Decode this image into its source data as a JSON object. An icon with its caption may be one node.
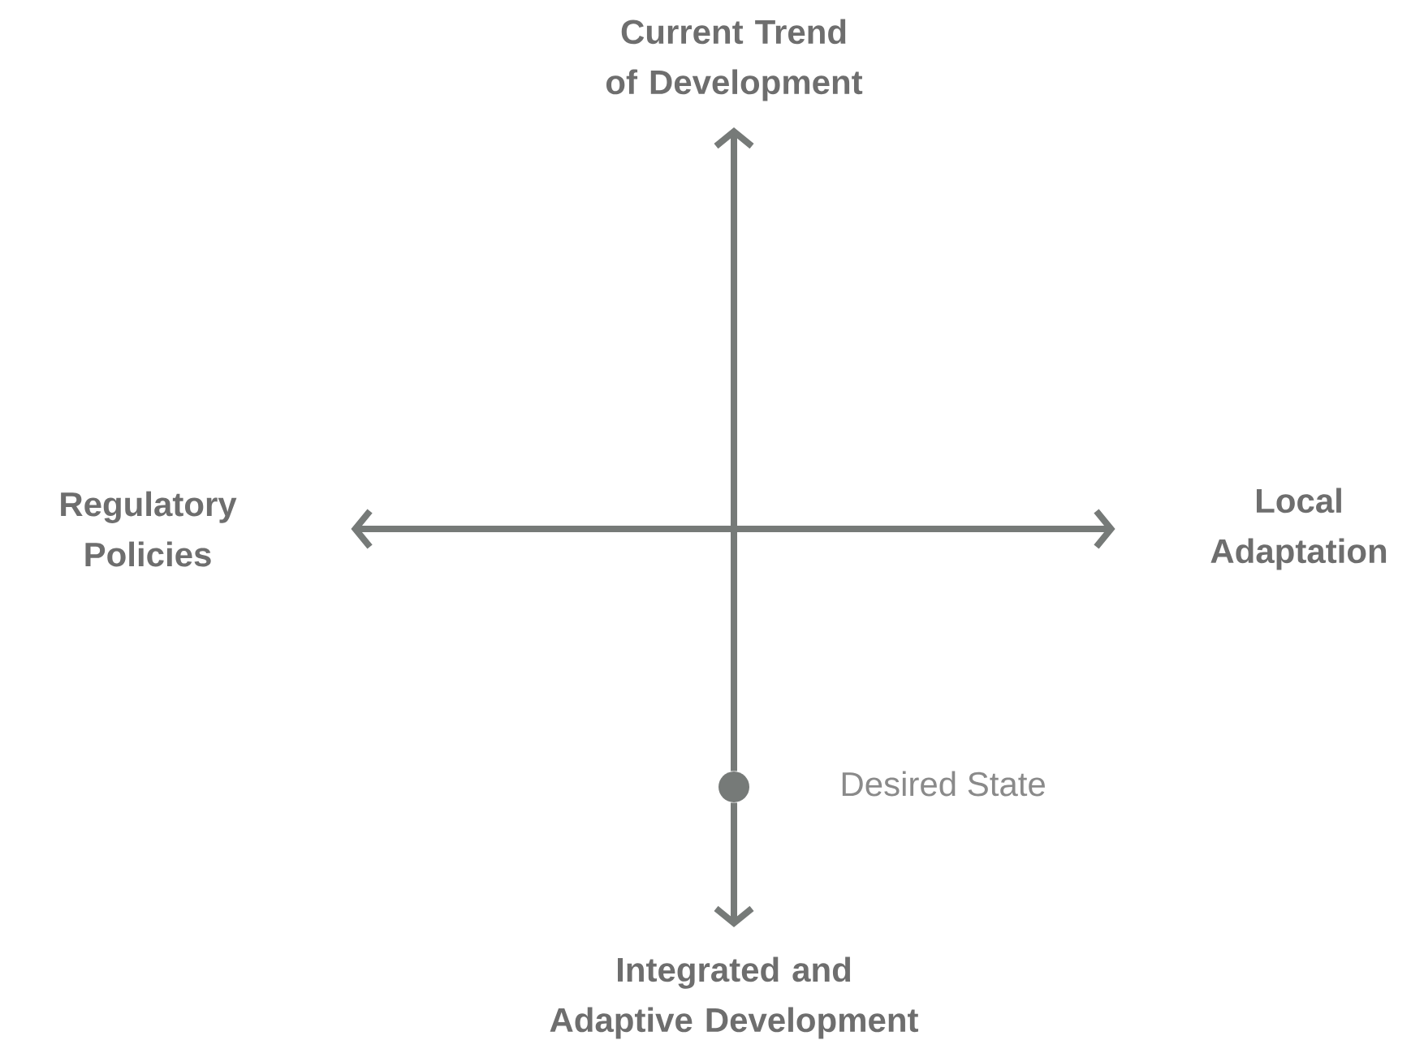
{
  "diagram": {
    "nodes": [
      {
        "text": [
          "Current Trend of Development"
        ]
      },
      {
        "text": [
          "Regulatory Policies"
        ]
      },
      {
        "text": [
          "Local Adaptation"
        ]
      },
      {
        "text": [
          "Integrated and Adaptive Development"
        ]
      },
      {
        "text": [],
        "shape": "circle",
        "beside": [
          "Desired State"
        ]
      }
    ],
    "edges": [
      {
        "from": 4,
        "to": 0,
        "arrow": "to"
      },
      {
        "from": 4,
        "to": 3,
        "arrow": "to"
      },
      {
        "from": 1,
        "to": 2,
        "arrow": "both"
      }
    ]
  }
}
